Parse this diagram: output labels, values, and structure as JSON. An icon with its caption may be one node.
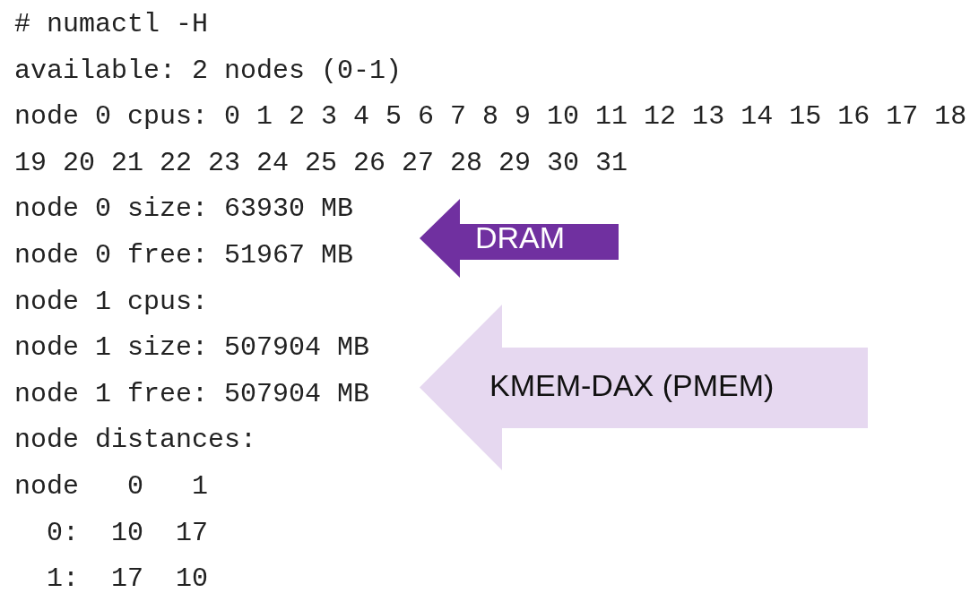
{
  "diagram": {
    "nodes": [
      {
        "text": [
          "DRAM"
        ]
      },
      {
        "text": [
          "KMEM-DAX (PMEM)"
        ]
      }
    ],
    "labels": [
      "# numactl -H",
      "available: 2 nodes (0-1)",
      "node 0 cpus: 0 1 2 3 4 5 6 7 8 9 10 11 12 13 14 15 16 17 18",
      "19 20 21 22 23 24 25 26 27 28 29 30 31",
      "node 0 size: 63930 MB",
      "node 0 free: 51967 MB",
      "node 1 cpus:",
      "node 1 size: 507904 MB",
      "node 1 free: 507904 MB",
      "node distances:",
      "node   0   1",
      "  0:  10  17",
      "  1:  17  10"
    ]
  }
}
